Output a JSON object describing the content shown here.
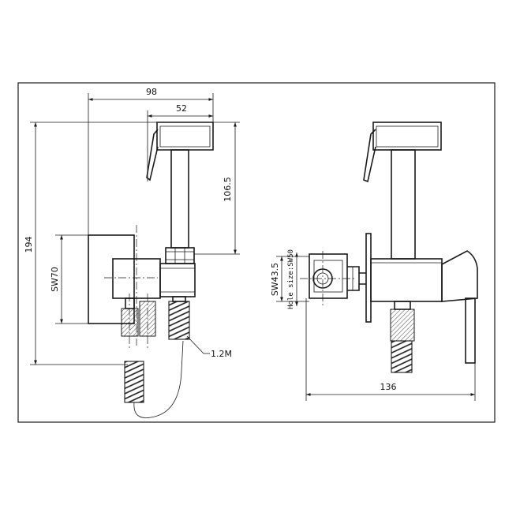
{
  "dimensions": {
    "width_total": "98",
    "width_head": "52",
    "height_head": "106.5",
    "height_total": "194",
    "wall_plate": "SW70",
    "hose_length": "1.2M",
    "side_body": "SW43.5",
    "hole_size": "Hole size:SW50",
    "side_depth": "136"
  }
}
